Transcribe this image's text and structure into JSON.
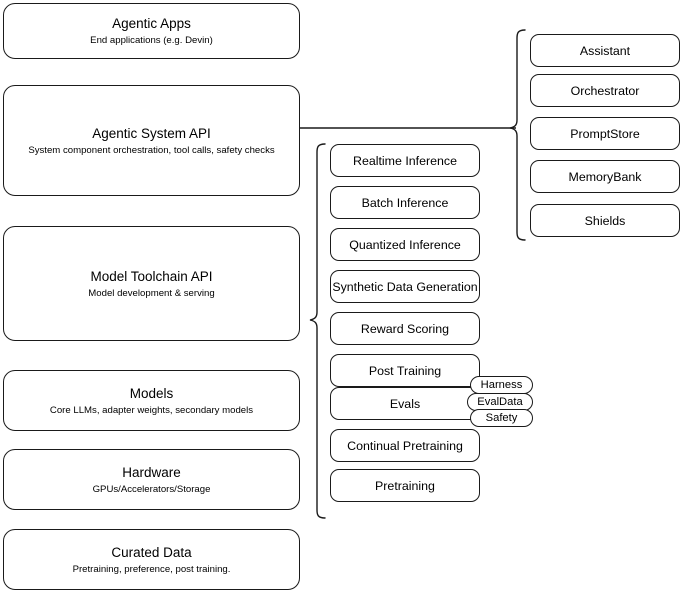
{
  "diagram": {
    "title": "Llama Stack layered architecture diagram",
    "stroke_color": "#1a1a1a",
    "background_color": "#ffffff",
    "text_color": "#000000"
  },
  "stack_layers": [
    {
      "title": "Agentic Apps",
      "subtitle": "End applications (e.g. Devin)"
    },
    {
      "title": "Agentic System API",
      "subtitle": "System component orchestration, tool calls, safety checks"
    },
    {
      "title": "Model Toolchain API",
      "subtitle": "Model development & serving"
    },
    {
      "title": "Models",
      "subtitle": "Core LLMs, adapter weights, secondary models"
    },
    {
      "title": "Hardware",
      "subtitle": "GPUs/Accelerators/Storage"
    },
    {
      "title": "Curated Data",
      "subtitle": "Pretraining, preference, post training."
    }
  ],
  "toolchain_components": [
    {
      "label": "Realtime Inference"
    },
    {
      "label": "Batch Inference"
    },
    {
      "label": "Quantized Inference"
    },
    {
      "label": "Synthetic Data Generation"
    },
    {
      "label": "Reward Scoring"
    },
    {
      "label": "Post Training"
    },
    {
      "label": "Evals"
    },
    {
      "label": "Continual Pretraining"
    },
    {
      "label": "Pretraining"
    }
  ],
  "evals_badges": [
    {
      "label": "Harness"
    },
    {
      "label": "EvalData"
    },
    {
      "label": "Safety"
    }
  ],
  "agentic_system_components": [
    {
      "label": "Assistant"
    },
    {
      "label": "Orchestrator"
    },
    {
      "label": "PromptStore"
    },
    {
      "label": "MemoryBank"
    },
    {
      "label": "Shields"
    }
  ]
}
